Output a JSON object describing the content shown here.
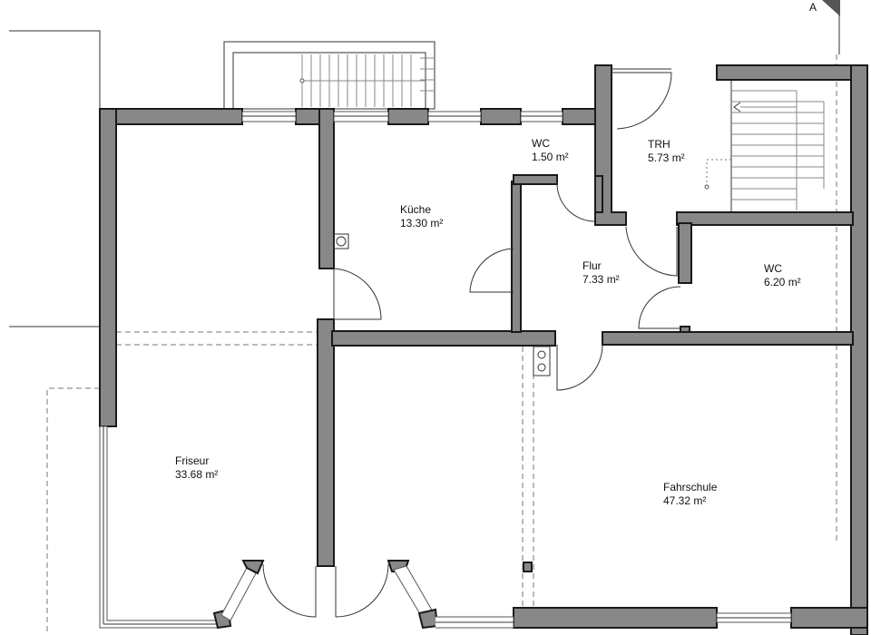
{
  "rooms": {
    "friseur": {
      "name": "Friseur",
      "area": "33.68 m²"
    },
    "kueche": {
      "name": "Küche",
      "area": "13.30 m²"
    },
    "wc1": {
      "name": "WC",
      "area": "1.50 m²"
    },
    "trh": {
      "name": "TRH",
      "area": "5.73 m²"
    },
    "flur": {
      "name": "Flur",
      "area": "7.33 m²"
    },
    "wc2": {
      "name": "WC",
      "area": "6.20 m²"
    },
    "fahrschule": {
      "name": "Fahrschule",
      "area": "47.32 m²"
    }
  },
  "marker": {
    "label": "A"
  },
  "colors": {
    "wall_fill": "#888888",
    "wall_stroke": "#1a1a1a",
    "line": "#333333"
  }
}
